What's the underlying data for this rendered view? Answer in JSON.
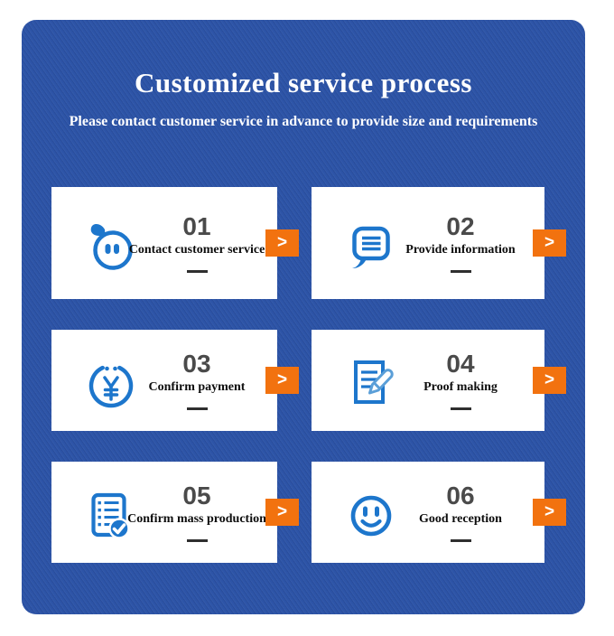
{
  "header": {
    "title": "Customized service process",
    "subtitle": "Please contact customer service in advance to provide size and requirements"
  },
  "cards": [
    {
      "number": "01",
      "label": "Contact customer service",
      "icon": "chat-face-icon",
      "arrow": ">"
    },
    {
      "number": "02",
      "label": "Provide information",
      "icon": "message-bubble-icon",
      "arrow": ">"
    },
    {
      "number": "03",
      "label": "Confirm payment",
      "icon": "coin-yuan-icon",
      "arrow": ">"
    },
    {
      "number": "04",
      "label": "Proof making",
      "icon": "document-pencil-icon",
      "arrow": ">"
    },
    {
      "number": "05",
      "label": "Confirm mass production",
      "icon": "checklist-check-icon",
      "arrow": ">"
    },
    {
      "number": "06",
      "label": "Good reception",
      "icon": "smiley-face-icon",
      "arrow": ">"
    }
  ],
  "colors": {
    "panel_blue": "#2d54a7",
    "card_white": "#ffffff",
    "accent_orange": "#f2720f",
    "icon_blue": "#1d76cc",
    "icon_blue_light": "#5b9fd8",
    "number_gray": "#4a4a4a",
    "label_black": "#0d0d0d",
    "title_white": "#ffffff"
  }
}
